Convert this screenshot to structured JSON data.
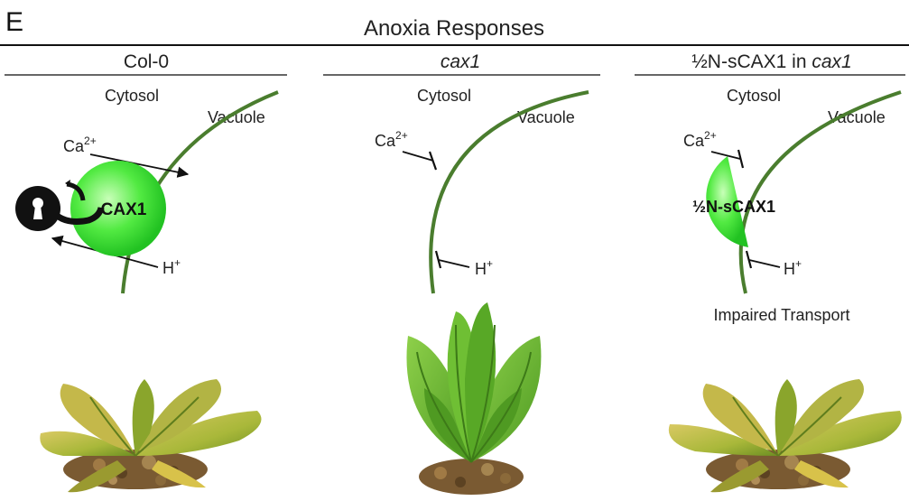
{
  "panel_letter": "E",
  "title": "Anoxia Responses",
  "panels": [
    {
      "heading": "Col-0",
      "cytosol": "Cytosol",
      "vacuole": "Vacuole",
      "ion_ca": "Ca",
      "ion_ca_charge": "2+",
      "ion_h": "H",
      "ion_h_charge": "+",
      "transporter": "CAX1",
      "note": ""
    },
    {
      "heading": "cax1",
      "cytosol": "Cytosol",
      "vacuole": "Vacuole",
      "ion_ca": "Ca",
      "ion_ca_charge": "2+",
      "ion_h": "H",
      "ion_h_charge": "+",
      "transporter": "",
      "note": ""
    },
    {
      "heading_prefix": "½N-sCAX1 in ",
      "heading_italic": "cax1",
      "cytosol": "Cytosol",
      "vacuole": "Vacuole",
      "ion_ca": "Ca",
      "ion_ca_charge": "2+",
      "ion_h": "H",
      "ion_h_charge": "+",
      "transporter": "½N-sCAX1",
      "note": "Impaired Transport"
    }
  ],
  "colors": {
    "membrane": "#4a7d2e",
    "transporter": "#3fe03f",
    "leaf_dark": "#6a9a1f",
    "leaf_light": "#bcd35a",
    "healthy_leaf": "#5fae2a",
    "soil": "#7a5a32"
  },
  "icons": {
    "regulator": "keyhole-lock-icon"
  }
}
